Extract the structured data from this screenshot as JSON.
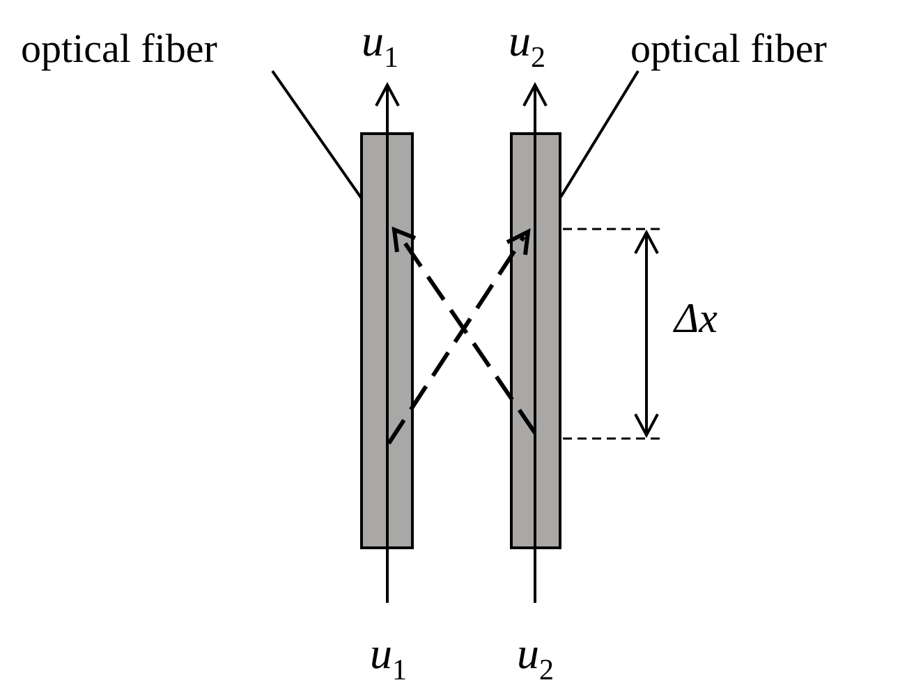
{
  "labels": {
    "fiber_left": "optical fiber",
    "fiber_right": "optical fiber",
    "delta_x": "Δx"
  },
  "ports": {
    "top_left": {
      "symbol": "u",
      "subscript": "1"
    },
    "top_right": {
      "symbol": "u",
      "subscript": "2"
    },
    "bottom_left": {
      "symbol": "u",
      "subscript": "1"
    },
    "bottom_right": {
      "symbol": "u",
      "subscript": "2"
    }
  },
  "colors": {
    "fiber_fill": "#aaa8a6",
    "stroke": "#000000",
    "background": "#ffffff"
  }
}
